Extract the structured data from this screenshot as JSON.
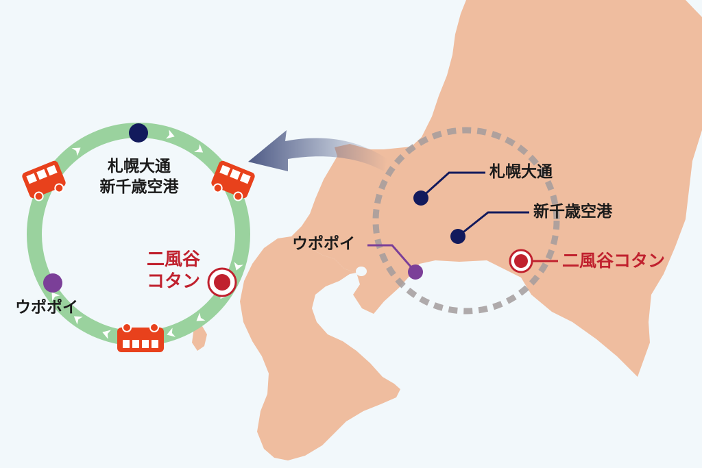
{
  "ring": {
    "label_line1": "札幌大通",
    "label_line2": "新千歳空港",
    "nibutani_line1": "二風谷",
    "nibutani_line2": "コタン",
    "upopoy": "ウポポイ"
  },
  "map": {
    "sapporo": "札幌大通",
    "airport": "新千歳空港",
    "upopoy": "ウポポイ",
    "nibutani": "二風谷コタン"
  },
  "colors": {
    "sea": "#f2f8fb",
    "land": "#efbd9f",
    "ring": "#9ad29e",
    "bus": "#e8411c",
    "navy": "#121a5c",
    "purple": "#7b3f98",
    "red": "#c0212e",
    "dashed_circle": "#a39c9c"
  }
}
